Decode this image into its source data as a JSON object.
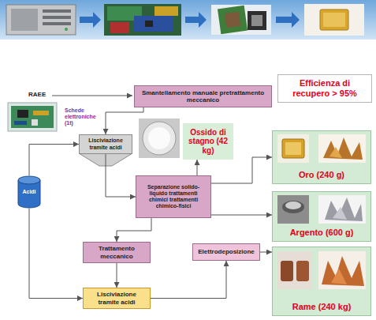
{
  "diagram": {
    "nodes": [
      {
        "text": [
          "Smantellamento manuale pretrattamento meccanico"
        ]
      },
      {
        "text": [
          "Efficienza di recupero > 95%"
        ]
      },
      {
        "text": [
          "Lisciviazione tramite acidi"
        ]
      },
      {
        "text": [
          "Ossido di stagno (42 kg)"
        ]
      },
      {
        "text": [
          "Oro (240 g)"
        ]
      },
      {
        "text": [
          "Acidi"
        ]
      },
      {
        "text": [
          "Separazione solido-liquido trattamenti chimici trattamenti chimico-fisici"
        ]
      },
      {
        "text": [
          "Argento (600 g)"
        ]
      },
      {
        "text": [
          "Trattamento meccanico"
        ]
      },
      {
        "text": [
          "Elettrodeposizione"
        ]
      },
      {
        "text": [
          "Lisciviazione tramite acidi"
        ]
      },
      {
        "text": [
          "Rame (240 kg)"
        ]
      }
    ],
    "edges": [
      {
        "from": 0,
        "to": 2,
        "arrow": "to"
      },
      {
        "from": 2,
        "to": 6,
        "arrow": "to"
      },
      {
        "from": 6,
        "to": 3,
        "arrow": "to"
      },
      {
        "from": 6,
        "to": 4,
        "arrow": "to"
      },
      {
        "from": 6,
        "to": 7,
        "arrow": "to"
      },
      {
        "from": 6,
        "to": 8,
        "arrow": "to"
      },
      {
        "from": 8,
        "to": 10,
        "arrow": "to"
      },
      {
        "from": 10,
        "to": 9,
        "arrow": "to"
      },
      {
        "from": 9,
        "to": 11,
        "arrow": "to"
      },
      {
        "from": 5,
        "to": 2,
        "arrow": "to"
      },
      {
        "from": 5,
        "to": 10,
        "arrow": "to"
      }
    ],
    "labels": [
      "RAEE",
      "Schede elettroniche (1t)"
    ]
  }
}
